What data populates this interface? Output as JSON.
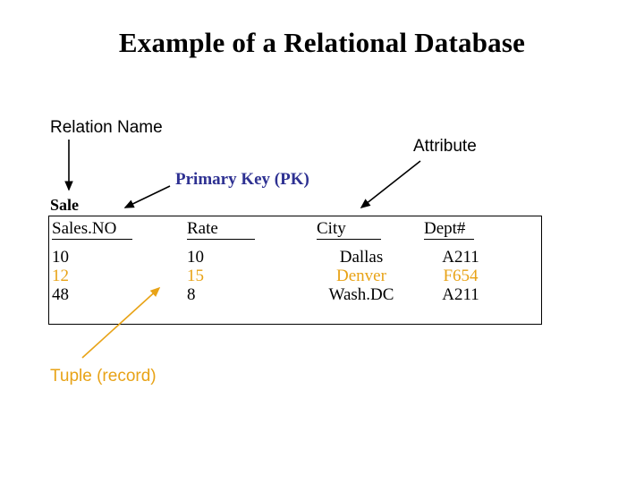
{
  "slide": {
    "title": "Example of a Relational Database",
    "annotations": {
      "relation_name": "Relation Name",
      "attribute": "Attribute",
      "primary_key": "Primary Key (PK)",
      "tuple": "Tuple (record)"
    },
    "relation_label": "Sale",
    "table": {
      "headers": [
        "Sales.NO",
        "Rate",
        "City",
        "Dept#"
      ],
      "rows": [
        [
          "10",
          "10",
          "Dallas",
          "A211"
        ],
        [
          "12",
          "15",
          "Denver",
          "F654"
        ],
        [
          "48",
          "8",
          "Wash.DC",
          "A211"
        ]
      ]
    },
    "colors": {
      "primary_key_text": "#2e3192",
      "tuple_text": "#e8a317",
      "highlight_row": "#e8a317",
      "body_text": "#000000",
      "background": "#ffffff"
    }
  }
}
